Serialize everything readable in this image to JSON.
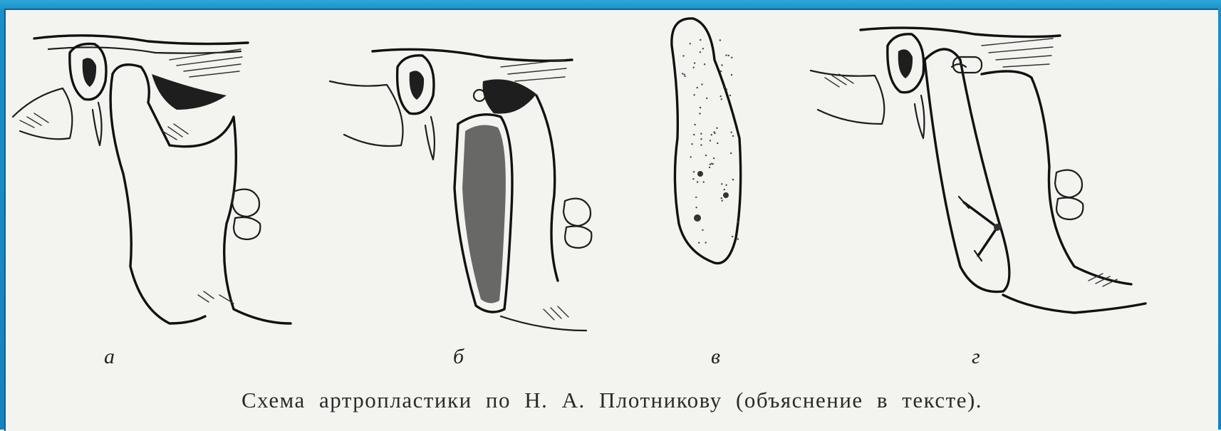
{
  "figure": {
    "labels": [
      "а",
      "б",
      "в",
      "г"
    ],
    "caption": "Схема артропластики по Н. А. Плотникову (объяснение в тексте)."
  }
}
